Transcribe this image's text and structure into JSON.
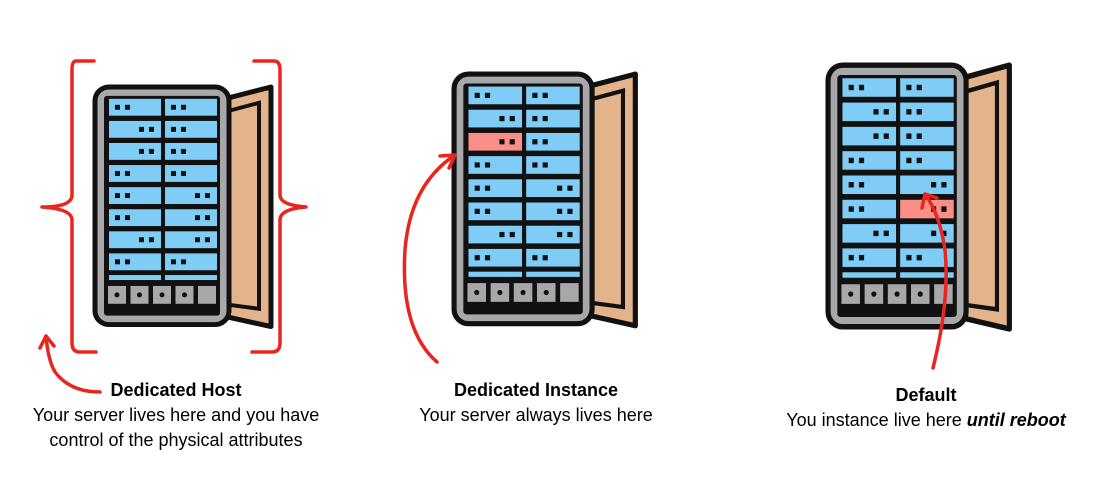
{
  "colors": {
    "slot": "#7fcdf7",
    "highlight": "#f99088",
    "frame": "#a8a8aa",
    "door": "#e3b38b",
    "annotation": "#e8261f"
  },
  "panels": [
    {
      "title": "Dedicated Host",
      "lines": [
        "Your server lives here and you have",
        "control of the physical attributes"
      ],
      "highlight": null
    },
    {
      "title": "Dedicated Instance",
      "lines": [
        "Your server always lives here"
      ],
      "highlight": {
        "row": 2,
        "col": 0
      }
    },
    {
      "title": "Default",
      "line_prefix": "You instance live here ",
      "line_emphasis": "until reboot",
      "highlight": {
        "row": 5,
        "col": 1
      }
    }
  ]
}
